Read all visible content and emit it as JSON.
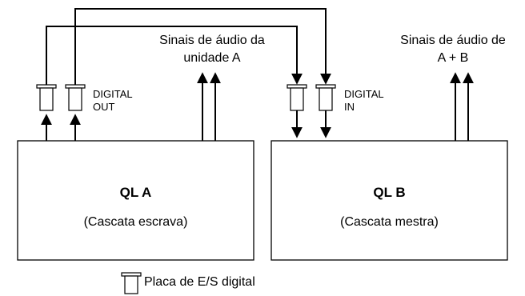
{
  "units": {
    "qla": {
      "name": "QL A",
      "role": "(Cascata escrava)"
    },
    "qlb": {
      "name": "QL B",
      "role": "(Cascata mestra)"
    }
  },
  "connectors": {
    "digital_out": {
      "line1": "DIGITAL",
      "line2": "OUT"
    },
    "digital_in": {
      "line1": "DIGITAL",
      "line2": "IN"
    }
  },
  "signals": {
    "unit_a": {
      "line1": "Sinais de áudio da",
      "line2": "unidade A"
    },
    "a_plus_b": {
      "line1": "Sinais de áudio de",
      "line2": "A + B"
    }
  },
  "legend": {
    "label": "Placa de E/S digital",
    "icon": "io-card-icon"
  }
}
